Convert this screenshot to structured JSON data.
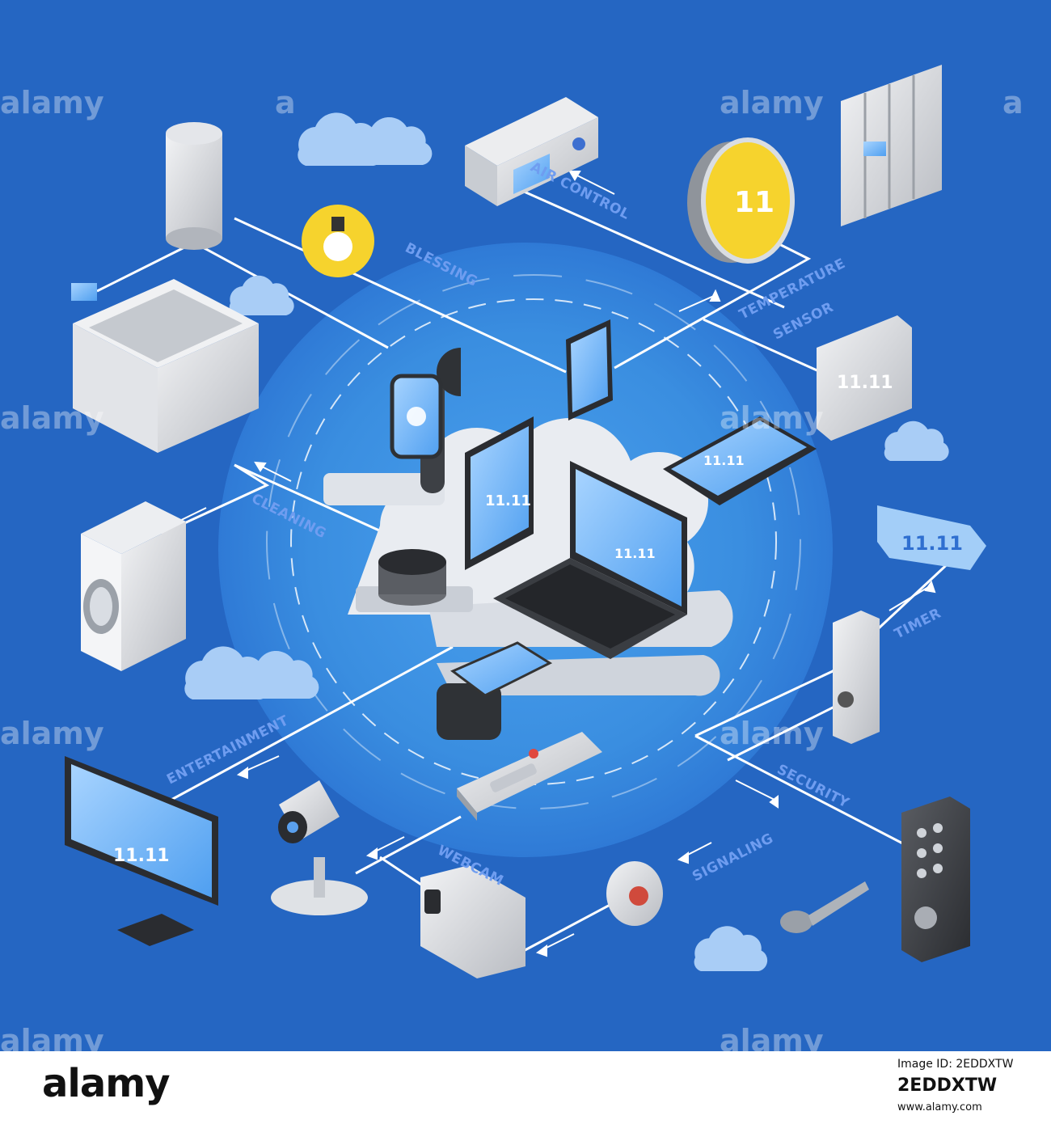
{
  "labels": {
    "air_control": "AIR CONTROL",
    "blessing": "BLESSING",
    "temperature": "TEMPERATURE",
    "sensor": "SENSOR",
    "cleaning": "CLEANING",
    "entertainment": "ENTERTAINMENT",
    "timer": "TIMER",
    "security": "SECURITY",
    "signaling": "SIGNALING",
    "webcam": "WEBCAM"
  },
  "displays": {
    "clock_reading": "11.11",
    "thermostat_reading": "11"
  },
  "watermark": {
    "text": "alamy",
    "mark": "a"
  },
  "footer": {
    "brand": "alamy",
    "image_id_label": "Image ID: 2EDDXTW",
    "image_code": "2EDDXTW",
    "url": "www.alamy.com"
  },
  "colors": {
    "background": "#2566c2",
    "center_glow": "#3b8ee0",
    "label": "#6f9df0",
    "line": "#ffffff",
    "accent_yellow": "#f6d32d"
  }
}
